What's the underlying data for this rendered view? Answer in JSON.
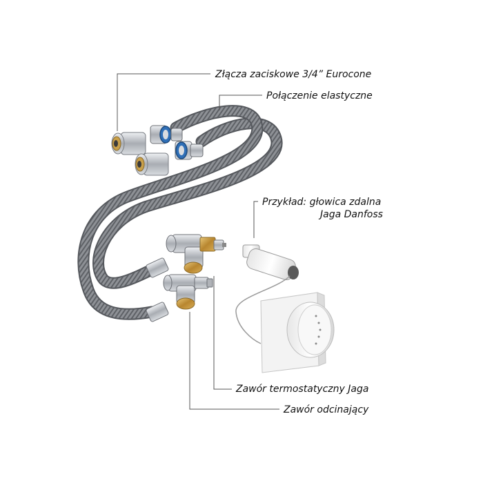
{
  "labels": {
    "zlacza": "Złącza zaciskowe 3/4” Eurocone",
    "polaczenie": "Połączenie elastyczne",
    "przyklad_line1": "Przykład: głowica zdalna",
    "przyklad_line2": "Jaga Danfoss",
    "zawor_termostatyczny": "Zawór termostatyczny Jaga",
    "zawor_odcinajacy": "Zawór odcinający"
  },
  "colors": {
    "hose": "#8e9196",
    "hose_dark": "#55585d",
    "brass": "#c9a04a",
    "chrome": "#c8ccd2",
    "blue_ring": "#2f6fb7",
    "leader_line": "#555555"
  }
}
